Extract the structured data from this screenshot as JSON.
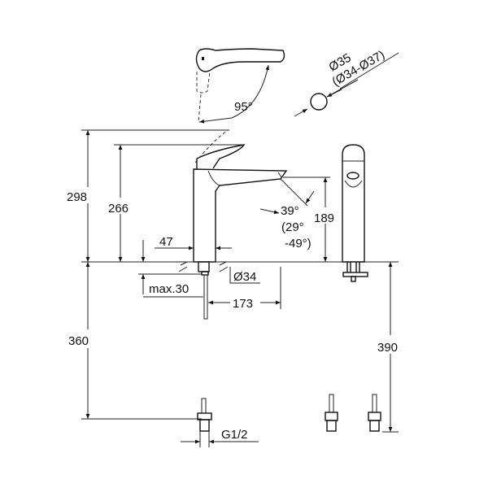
{
  "drawing": {
    "dimensions": {
      "handle_rotation": "95°",
      "hole_diameter": "Ø35",
      "hole_diameter_range": "(Ø34-Ø37)",
      "total_height": "298",
      "spout_height_top": "266",
      "body_width": "47",
      "spout_angle": "39°",
      "spout_angle_range_1": "(29°",
      "spout_angle_range_2": "-49°)",
      "spout_outlet_height": "189",
      "base_diameter": "Ø34",
      "max_deck_thickness": "max.30",
      "spout_reach": "173",
      "hose_length_left": "360",
      "hose_length_right": "390",
      "connection_thread": "G1/2"
    },
    "colors": {
      "line": "#222222",
      "background": "#ffffff"
    }
  }
}
